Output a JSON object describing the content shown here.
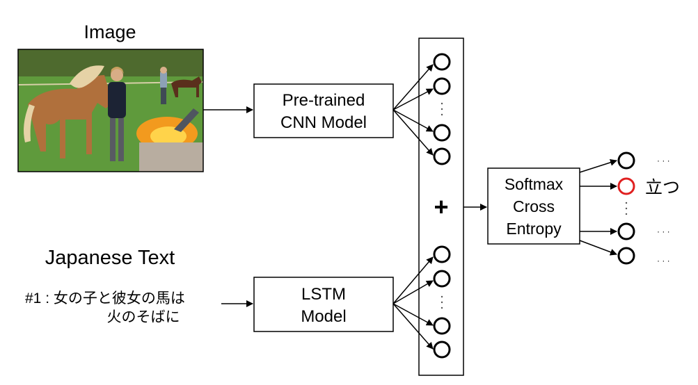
{
  "image_section": {
    "title": "Image"
  },
  "text_section": {
    "title": "Japanese Text",
    "caption_line1": "#1 : 女の子と彼女の馬は",
    "caption_line2": "火のそばに"
  },
  "cnn_box": {
    "line1": "Pre-trained",
    "line2": "CNN Model"
  },
  "lstm_box": {
    "line1": "LSTM",
    "line2": "Model"
  },
  "concat_symbol": "+",
  "softmax_box": {
    "line1": "Softmax",
    "line2": "Cross",
    "line3": "Entropy"
  },
  "outputs": {
    "ellipsis": "· · ·",
    "highlighted_word": "立つ",
    "highlight_color": "#e02020"
  },
  "photo_colors": {
    "sky": "#9bb27a",
    "trees": "#4e6a2e",
    "grass": "#5f9a3c",
    "horse": "#b0703c",
    "mane": "#e6d2a6",
    "fire": "#f29a1e",
    "drum": "#b8ada0"
  }
}
